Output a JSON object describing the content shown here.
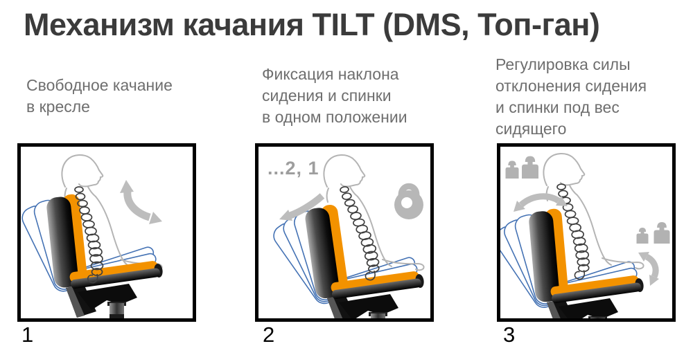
{
  "title": "Механизм качания TILT (DMS, Топ-ган)",
  "panels": [
    {
      "number": "1",
      "caption": "Свободное качание\nв кресле",
      "icons": [
        "rocking-arrow-icon"
      ]
    },
    {
      "number": "2",
      "caption": "Фиксация наклона\nсидения и спинки\nв одном положении",
      "annotation": "...2, 1",
      "icons": [
        "recline-arrow-icon",
        "lock-icon"
      ]
    },
    {
      "number": "3",
      "caption": "Регулировка силы\nотклонения сидения\nи спинки под вес\nсидящего",
      "icons": [
        "small-weight-icon",
        "large-weight-icon",
        "swing-arrow-icon",
        "tension-arrow-icon"
      ]
    }
  ],
  "colors": {
    "title": "#3B3B3B",
    "caption_gray": "#6E6E6E",
    "accent_orange": "#F39200",
    "ghost_blue": "#4472B4",
    "icon_gray": "#B7B7B7",
    "frame_border": "#000000"
  }
}
